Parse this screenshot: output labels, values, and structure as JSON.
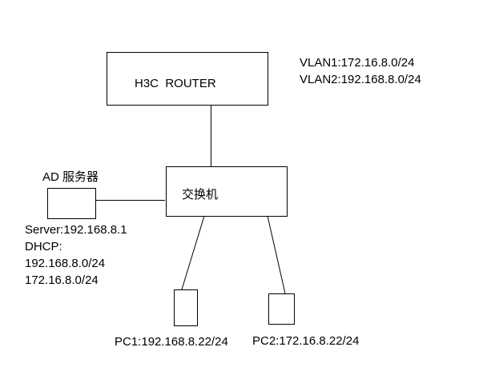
{
  "router": {
    "label": "H3C  ROUTER"
  },
  "vlans": [
    "VLAN1:172.16.8.0/24",
    "VLAN2:192.168.8.0/24"
  ],
  "switch": {
    "label": "交换机"
  },
  "ad_server": {
    "title": "AD 服务器",
    "info": [
      "Server:192.168.8.1",
      "DHCP:",
      "192.168.8.0/24",
      "172.16.8.0/24"
    ]
  },
  "pcs": [
    {
      "label": "PC1:192.168.8.22/24"
    },
    {
      "label": "PC2:172.16.8.22/24"
    }
  ]
}
